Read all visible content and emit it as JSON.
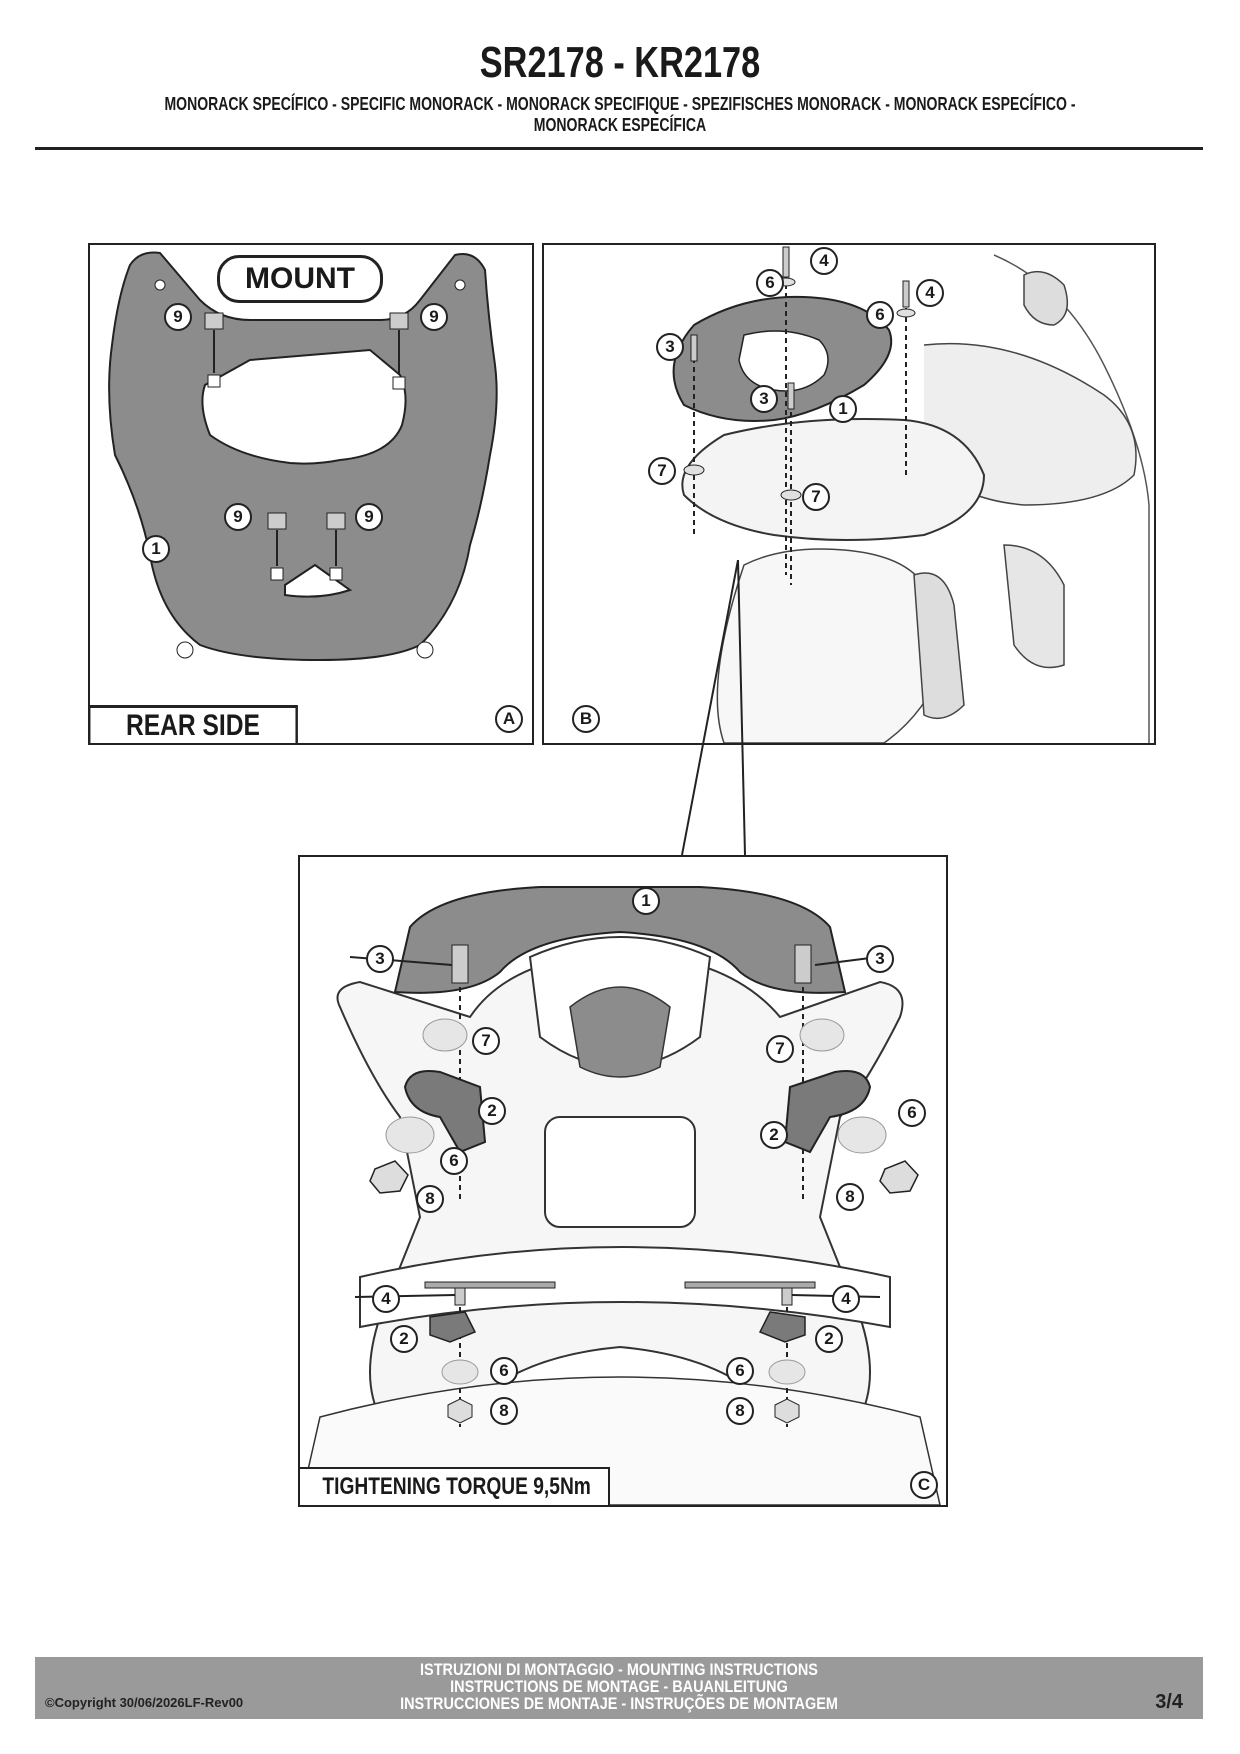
{
  "header": {
    "title": "SR2178 - KR2178",
    "subtitle": "MONORACK SPECÍFICO - SPECIFIC MONORACK - MONORACK SPECIFIQUE - SPEZIFISCHES MONORACK - MONORACK ESPECÍFICO - MONORACK ESPECÍFICA"
  },
  "panel_a": {
    "letter": "A",
    "mount_label": "MOUNT",
    "rear_side_label": "REAR SIDE",
    "callouts": [
      "9",
      "9",
      "9",
      "9",
      "1"
    ]
  },
  "panel_b": {
    "letter": "B",
    "callouts": [
      "4",
      "6",
      "4",
      "6",
      "3",
      "3",
      "1",
      "7",
      "7"
    ]
  },
  "panel_c": {
    "letter": "C",
    "torque_label": "TIGHTENING TORQUE 9,5Nm",
    "callouts": [
      "1",
      "3",
      "3",
      "7",
      "7",
      "2",
      "2",
      "6",
      "6",
      "8",
      "8",
      "4",
      "4",
      "2",
      "2",
      "6",
      "6",
      "8",
      "8"
    ]
  },
  "footer": {
    "line1": "ISTRUZIONI DI MONTAGGIO  -  MOUNTING INSTRUCTIONS",
    "line2": "INSTRUCTIONS DE MONTAGE - BAUANLEITUNG",
    "line3": "INSTRUCCIONES DE MONTAJE - INSTRUÇÕES DE MONTAGEM",
    "copyright": "©Copyright 30/06/2026LF-Rev00",
    "page": "3/4"
  },
  "colors": {
    "plate_gray": "#8c8c8c",
    "footer_gray": "#9a9a9a",
    "line": "#222222"
  }
}
